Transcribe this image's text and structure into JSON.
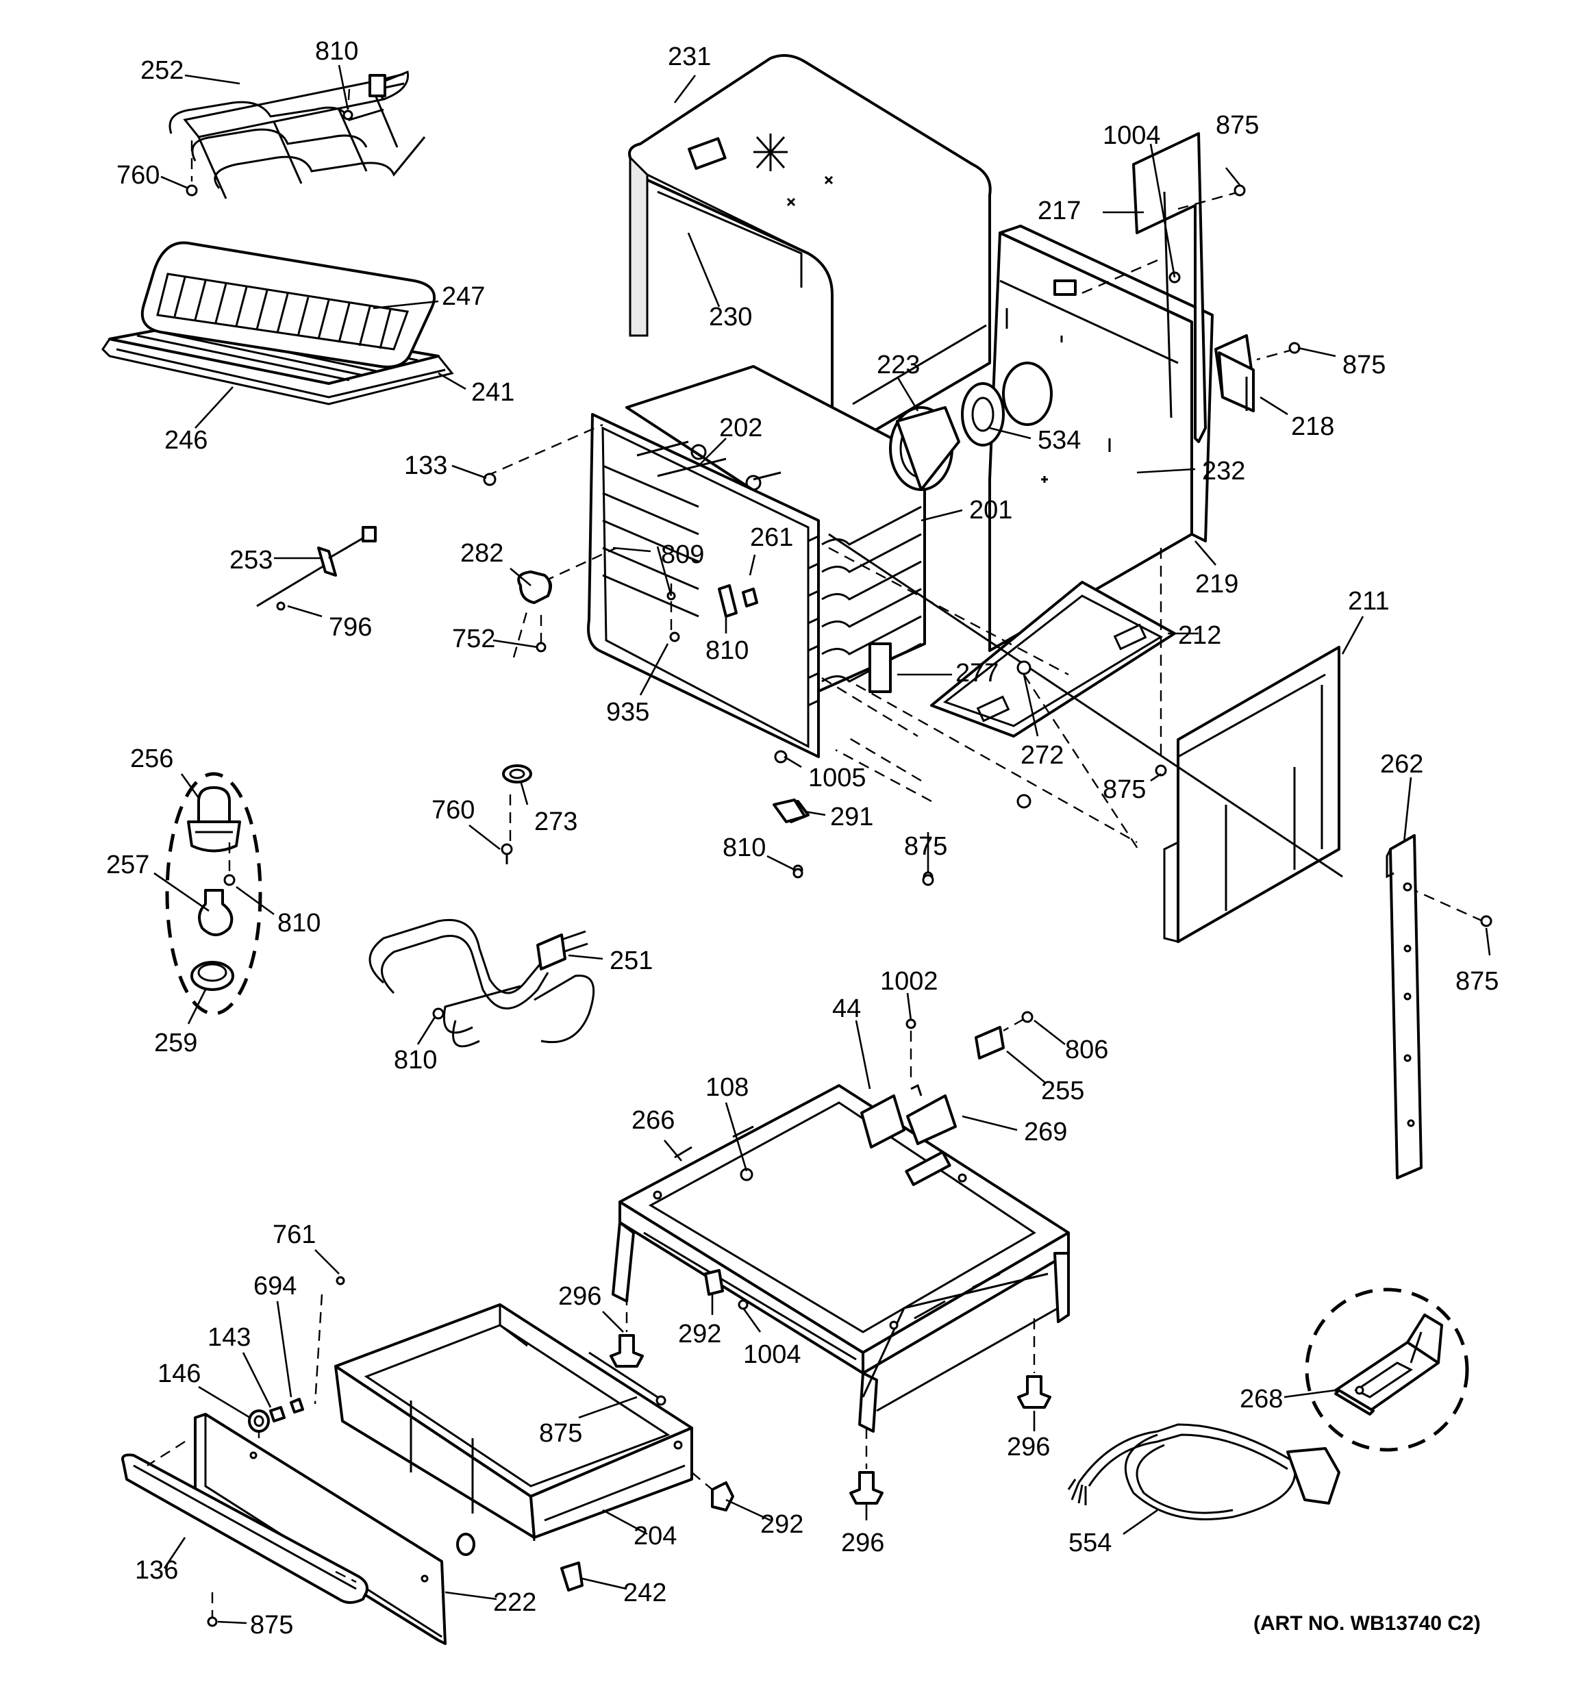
{
  "diagram": {
    "art_no": "(ART NO. WB13740 C2)",
    "callouts": [
      {
        "id": "c252",
        "label": "252"
      },
      {
        "id": "c810a",
        "label": "810"
      },
      {
        "id": "c760a",
        "label": "760"
      },
      {
        "id": "c247",
        "label": "247"
      },
      {
        "id": "c241",
        "label": "241"
      },
      {
        "id": "c246",
        "label": "246"
      },
      {
        "id": "c231",
        "label": "231"
      },
      {
        "id": "c230",
        "label": "230"
      },
      {
        "id": "c223",
        "label": "223"
      },
      {
        "id": "c534",
        "label": "534"
      },
      {
        "id": "c1004a",
        "label": "1004"
      },
      {
        "id": "c875a",
        "label": "875"
      },
      {
        "id": "c217",
        "label": "217"
      },
      {
        "id": "c875b",
        "label": "875"
      },
      {
        "id": "c218",
        "label": "218"
      },
      {
        "id": "c232",
        "label": "232"
      },
      {
        "id": "c219",
        "label": "219"
      },
      {
        "id": "c133",
        "label": "133"
      },
      {
        "id": "c202",
        "label": "202"
      },
      {
        "id": "c201",
        "label": "201"
      },
      {
        "id": "c261",
        "label": "261"
      },
      {
        "id": "c809",
        "label": "809"
      },
      {
        "id": "c282",
        "label": "282"
      },
      {
        "id": "c253",
        "label": "253"
      },
      {
        "id": "c796",
        "label": "796"
      },
      {
        "id": "c752",
        "label": "752"
      },
      {
        "id": "c810b",
        "label": "810"
      },
      {
        "id": "c935",
        "label": "935"
      },
      {
        "id": "c212",
        "label": "212"
      },
      {
        "id": "c211",
        "label": "211"
      },
      {
        "id": "c277",
        "label": "277"
      },
      {
        "id": "c272",
        "label": "272"
      },
      {
        "id": "c875c",
        "label": "875"
      },
      {
        "id": "c1005",
        "label": "1005"
      },
      {
        "id": "c256",
        "label": "256"
      },
      {
        "id": "c257",
        "label": "257"
      },
      {
        "id": "c810c",
        "label": "810"
      },
      {
        "id": "c259",
        "label": "259"
      },
      {
        "id": "c760b",
        "label": "760"
      },
      {
        "id": "c273",
        "label": "273"
      },
      {
        "id": "c291",
        "label": "291"
      },
      {
        "id": "c810d",
        "label": "810"
      },
      {
        "id": "c875d",
        "label": "875"
      },
      {
        "id": "c262",
        "label": "262"
      },
      {
        "id": "c875e",
        "label": "875"
      },
      {
        "id": "c251",
        "label": "251"
      },
      {
        "id": "c810e",
        "label": "810"
      },
      {
        "id": "c1002",
        "label": "1002"
      },
      {
        "id": "c44",
        "label": "44"
      },
      {
        "id": "c806",
        "label": "806"
      },
      {
        "id": "c255",
        "label": "255"
      },
      {
        "id": "c269",
        "label": "269"
      },
      {
        "id": "c108",
        "label": "108"
      },
      {
        "id": "c266",
        "label": "266"
      },
      {
        "id": "c761",
        "label": "761"
      },
      {
        "id": "c694",
        "label": "694"
      },
      {
        "id": "c143",
        "label": "143"
      },
      {
        "id": "c146",
        "label": "146"
      },
      {
        "id": "c296a",
        "label": "296"
      },
      {
        "id": "c292a",
        "label": "292"
      },
      {
        "id": "c1004b",
        "label": "1004"
      },
      {
        "id": "c268",
        "label": "268"
      },
      {
        "id": "c875f",
        "label": "875"
      },
      {
        "id": "c296b",
        "label": "296"
      },
      {
        "id": "c292b",
        "label": "292"
      },
      {
        "id": "c204",
        "label": "204"
      },
      {
        "id": "c296c",
        "label": "296"
      },
      {
        "id": "c554",
        "label": "554"
      },
      {
        "id": "c136",
        "label": "136"
      },
      {
        "id": "c222",
        "label": "222"
      },
      {
        "id": "c242",
        "label": "242"
      },
      {
        "id": "c875g",
        "label": "875"
      }
    ]
  }
}
